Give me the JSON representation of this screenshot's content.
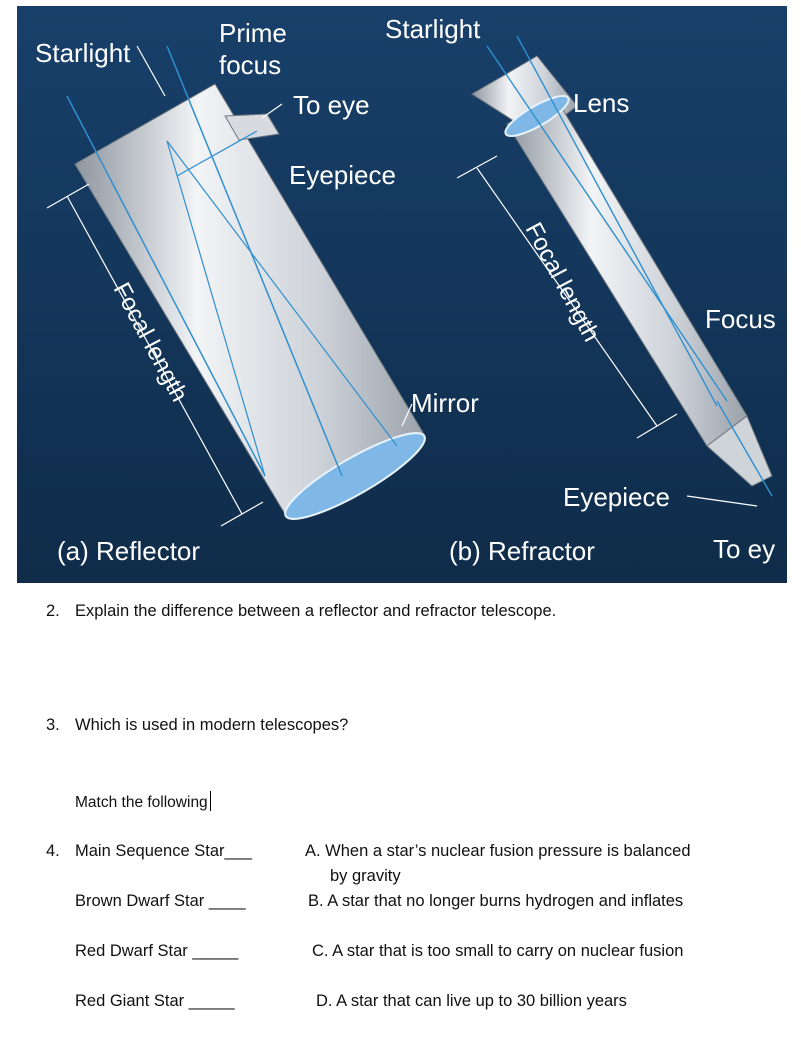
{
  "figure": {
    "labels": {
      "starlight_left": "Starlight",
      "prime_focus_1": "Prime",
      "prime_focus_2": "focus",
      "starlight_right": "Starlight",
      "to_eye_reflector": "To eye",
      "eyepiece_reflector": "Eyepiece",
      "lens": "Lens",
      "focal_length_reflector": "Focal length",
      "focal_length_refractor": "Focal length",
      "focus": "Focus",
      "mirror": "Mirror",
      "eyepiece_refractor": "Eyepiece",
      "caption_reflector": "(a) Reflector",
      "caption_refractor": "(b) Refractor",
      "to_eye_refractor": "To ey"
    },
    "colors": {
      "background": "#15375a",
      "tube": "#c9ced4",
      "ray": "#2f8fd0"
    }
  },
  "questions": [
    {
      "number": "2.",
      "text": "Explain the difference between a reflector and refractor telescope."
    },
    {
      "number": "3.",
      "text": "Which is used in modern telescopes?"
    }
  ],
  "match": {
    "heading": "Match the following",
    "number": "4.",
    "left": [
      "Main Sequence Star___",
      "Brown Dwarf Star ____",
      "Red Dwarf Star _____",
      "Red Giant Star _____"
    ],
    "right": [
      "A. When a star’s nuclear fusion pressure is balanced",
      "B. A star that no longer burns hydrogen and inflates",
      "C. A star that is too small to carry on nuclear fusion",
      "D. A star that can live up to 30 billion years"
    ],
    "right_continuation": "by gravity"
  }
}
